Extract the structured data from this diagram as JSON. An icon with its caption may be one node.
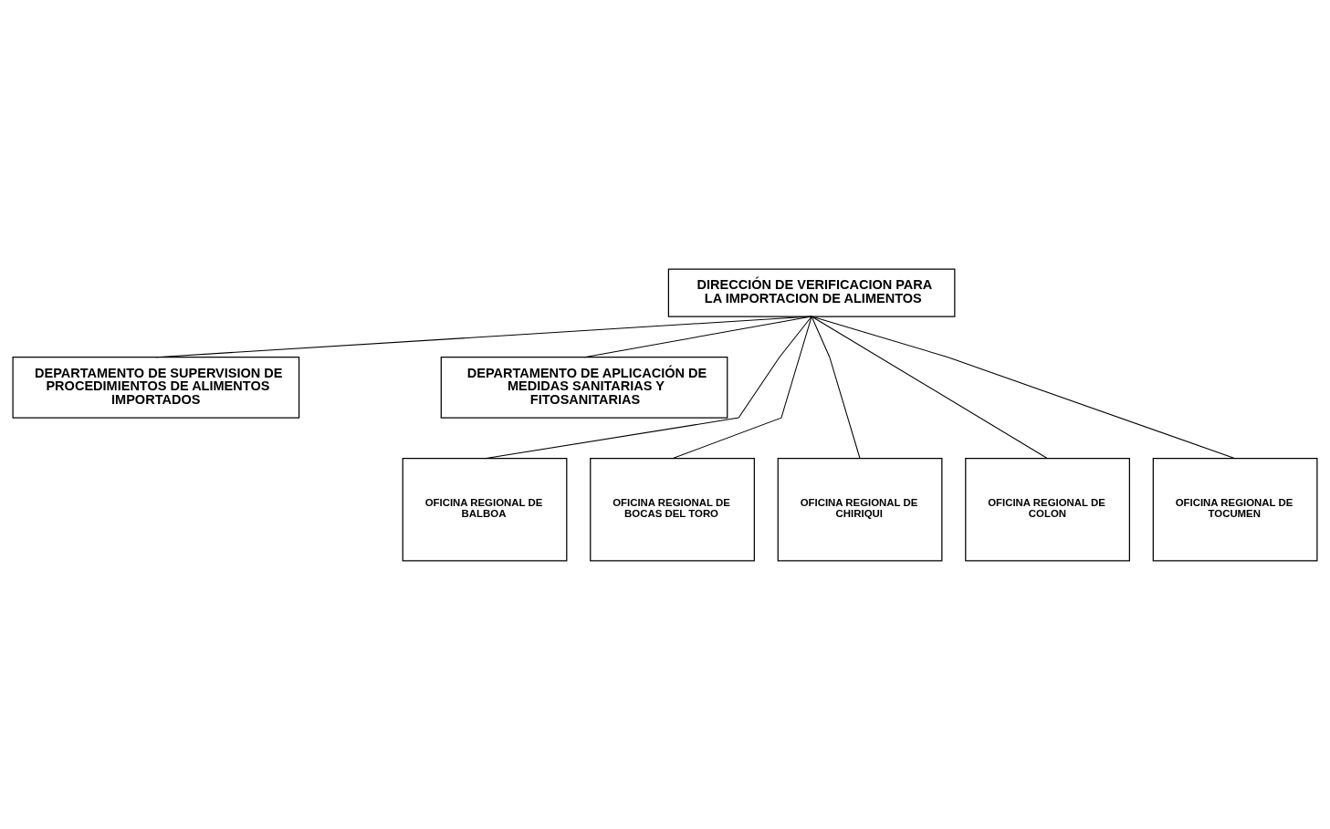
{
  "diagram": {
    "nodes": [
      {
        "text": [
          "DIRECCIÓN DE VERIFICACION PARA LA IMPORTACION DE ALIMENTOS"
        ]
      },
      {
        "text": [
          "DEPARTAMENTO DE SUPERVISION DE PROCEDIMIENTOS DE ALIMENTOS IMPORTADOS"
        ]
      },
      {
        "text": [
          "DEPARTAMENTO DE APLICACIÓN DE MEDIDAS SANITARIAS Y FITOSANITARIAS"
        ]
      },
      {
        "text": [
          "OFICINA REGIONAL DE BALBOA"
        ]
      },
      {
        "text": [
          "OFICINA REGIONAL DE BOCAS DEL TORO"
        ]
      },
      {
        "text": [
          "OFICINA REGIONAL DE CHIRIQUI"
        ]
      },
      {
        "text": [
          "OFICINA REGIONAL DE COLON"
        ]
      },
      {
        "text": [
          "OFICINA REGIONAL DE TOCUMEN"
        ]
      }
    ],
    "edges": [
      {
        "from": 0,
        "to": 1,
        "arrow": "none"
      },
      {
        "from": 0,
        "to": 2,
        "arrow": "none"
      },
      {
        "from": 0,
        "to": 3,
        "arrow": "none"
      },
      {
        "from": 0,
        "to": 4,
        "arrow": "none"
      },
      {
        "from": 0,
        "to": 5,
        "arrow": "none"
      },
      {
        "from": 0,
        "to": 6,
        "arrow": "none"
      },
      {
        "from": 0,
        "to": 7,
        "arrow": "none"
      }
    ]
  }
}
